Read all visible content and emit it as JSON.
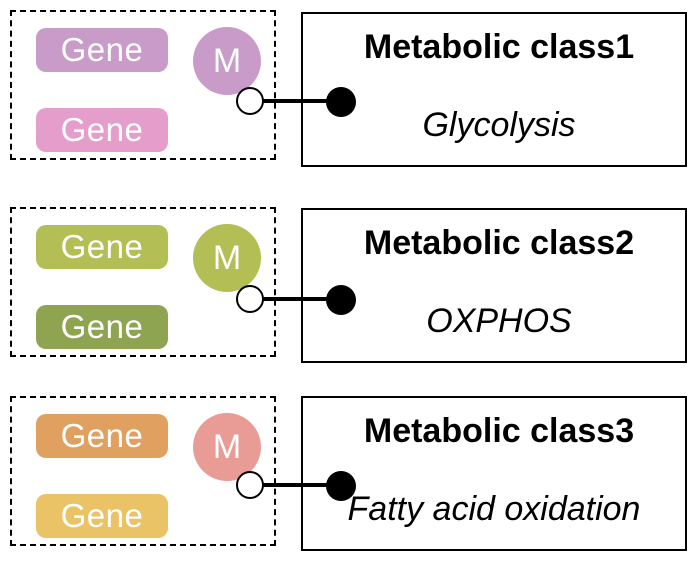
{
  "rows": [
    {
      "gene_top": {
        "label": "Gene",
        "color": "#C89BC8"
      },
      "gene_bottom": {
        "label": "Gene",
        "color": "#E59ECB"
      },
      "metabolite": {
        "label": "M",
        "color": "#C89BC8"
      },
      "class_title": "Metabolic class1",
      "class_subtitle": "Glycolysis"
    },
    {
      "gene_top": {
        "label": "Gene",
        "color": "#B3BE55"
      },
      "gene_bottom": {
        "label": "Gene",
        "color": "#8FA450"
      },
      "metabolite": {
        "label": "M",
        "color": "#B3BE55"
      },
      "class_title": "Metabolic class2",
      "class_subtitle": "OXPHOS"
    },
    {
      "gene_top": {
        "label": "Gene",
        "color": "#E0A060"
      },
      "gene_bottom": {
        "label": "Gene",
        "color": "#E9C365"
      },
      "metabolite": {
        "label": "M",
        "color": "#E99C96"
      },
      "class_title": "Metabolic class3",
      "class_subtitle": "Fatty acid oxidation"
    }
  ]
}
